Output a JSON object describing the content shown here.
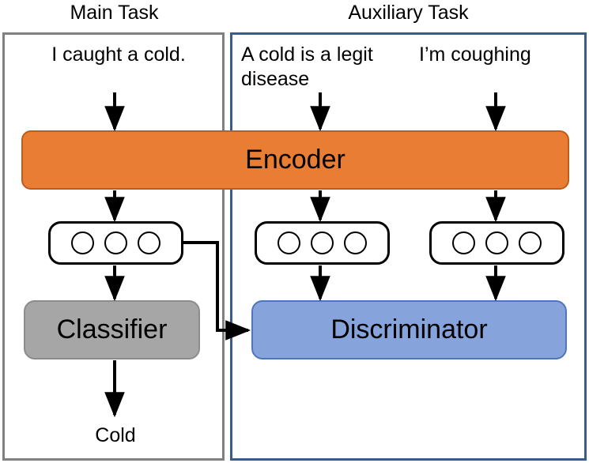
{
  "diagram": {
    "panels": [
      {
        "id": "main",
        "title": "Main Task",
        "border_color": "#808080"
      },
      {
        "id": "auxiliary",
        "title": "Auxiliary Task",
        "border_color": "#3A5C8C"
      }
    ],
    "inputs": [
      {
        "id": "main-input",
        "text": "I caught a cold."
      },
      {
        "id": "aux-input-1",
        "text": "A cold is a legit disease"
      },
      {
        "id": "aux-input-2",
        "text": "I’m coughing"
      }
    ],
    "encoder": {
      "label": "Encoder",
      "fill": "#E87D33",
      "stroke": "#C05B1A"
    },
    "embeddings": [
      {
        "id": "embedding-main",
        "dots": 3
      },
      {
        "id": "embedding-aux-1",
        "dots": 3
      },
      {
        "id": "embedding-aux-2",
        "dots": 3
      }
    ],
    "heads": [
      {
        "id": "classifier",
        "label": "Classifier",
        "fill": "#A6A6A6",
        "stroke": "#8C8C8C"
      },
      {
        "id": "discriminator",
        "label": "Discriminator",
        "fill": "#86A3DC",
        "stroke": "#4E76BE"
      }
    ],
    "outputs": [
      {
        "id": "classifier-output",
        "text": "Cold"
      }
    ],
    "arrow_color": "#000000"
  }
}
